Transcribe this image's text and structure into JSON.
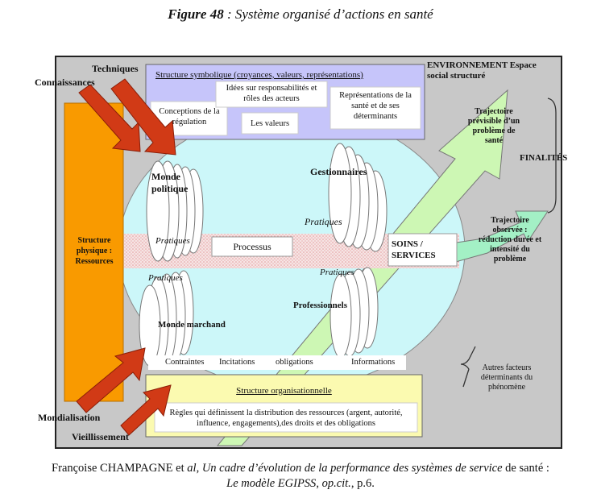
{
  "figure": {
    "number": "Figure 48",
    "title": "Système organisé d’actions en santé"
  },
  "caption": {
    "author": "Françoise CHAMPAGNE et ",
    "etal": "al",
    "sep": ", ",
    "work_italic": "Un cadre d’évolution de la performance des systèmes de service ",
    "work_plain": "de santé :",
    "line2_italic": "Le modèle EGIPSS",
    "line2_sep": ", ",
    "opcit": "op.cit.",
    "page": ", p.6."
  },
  "diagram": {
    "environment": "ENVIRONNEMENT Espace social structuré",
    "finalites": "FINALITÉS",
    "symbolic": {
      "title": "Structure symbolique (croyances, valeurs, représentations)",
      "ideas": "Idées sur responsabilités et rôles des acteurs",
      "regulation": "Conceptions de la régulation",
      "values": "Les valeurs",
      "representations": "Représentations de la santé et de ses déterminants"
    },
    "physical": "Structure physique : Ressources",
    "organizational": {
      "title": "Structure organisationnelle",
      "rules": "Règles qui définissent la distribution des ressources (argent, autorité, influence, engagements),des droits et des obligations"
    },
    "inputs": {
      "techniques": "Techniques",
      "connaissances": "Connaissances",
      "mondialisation": "Mondialisation",
      "vieillissement": "Vieillissement"
    },
    "actors": {
      "monde_politique": "Monde politique",
      "gestionnaires": "Gestionnaires",
      "monde_marchand": "Monde marchand",
      "professionnels": "Professionnels"
    },
    "pratiques": [
      "Pratiques",
      "Pratiques",
      "Pratiques",
      "Pratiques"
    ],
    "processus": "Processus",
    "soins": "SOINS / SERVICES",
    "levers": {
      "contraintes": "Contraintes",
      "incitations": "Incitations",
      "obligations": "obligations",
      "informations": "Informations"
    },
    "trajectoire_prevue": "Trajectoire prévisible d’un problème de santé",
    "trajectoire_observee": "Trajectoire observée : réduction durée et intensité du problème",
    "autres_facteurs": "Autres facteurs déterminants du phénomène"
  },
  "colors": {
    "frame_bg": "#c8c8c8",
    "ellipse": "#ccf7f9",
    "orange": "#f99a00",
    "red_arrow": "#d13a16",
    "lavender": "#c6c5fa",
    "yellow": "#fbfab0",
    "green": "#cdf7b4",
    "teal_arrow": "#a3f0c5"
  }
}
